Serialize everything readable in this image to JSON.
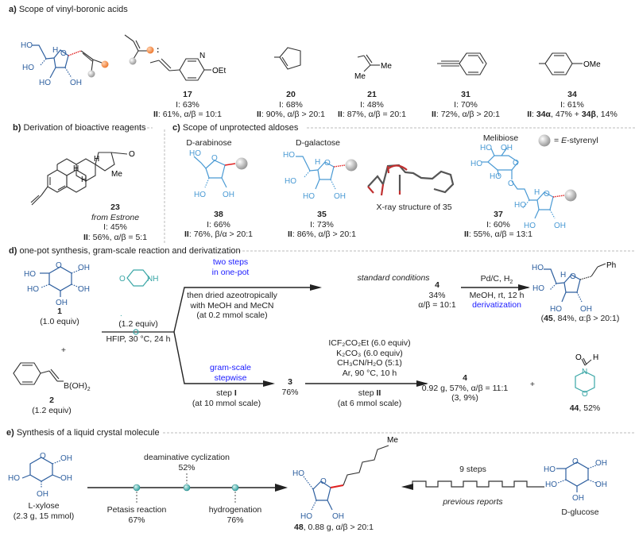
{
  "panel_a": {
    "tag": "a)",
    "title": "Scope of vinyl-boronic acids",
    "core_labels": [
      "HO",
      "H",
      "O",
      "HO",
      "HO",
      "OH"
    ],
    "compounds": [
      {
        "id": "17",
        "substituent": "OEt",
        "ring_atom": "N",
        "yield_I": "I: 63%",
        "yield_II_prefix": "II",
        "yield_II": ": 61%, α/β = 10:1"
      },
      {
        "id": "20",
        "yield_I": "I: 68%",
        "yield_II_prefix": "II",
        "yield_II": ": 90%, α/β > 20:1"
      },
      {
        "id": "21",
        "substituent": "Me",
        "substituent2": "Me",
        "yield_I": "I: 48%",
        "yield_II_prefix": "II",
        "yield_II": ": 87%, α/β = 20:1"
      },
      {
        "id": "31",
        "yield_I": "I: 70%",
        "yield_II_prefix": "II",
        "yield_II": ": 72%, α/β > 20:1"
      },
      {
        "id": "34",
        "substituent": "OMe",
        "yield_I": "I: 61%",
        "yield_II_prefix": "II",
        "yield_II_a": ": ",
        "yield_II_b": "34α",
        "yield_II_c": ", 47% + ",
        "yield_II_d": "34β",
        "yield_II_e": ", 14%"
      }
    ]
  },
  "panel_b": {
    "tag": "b)",
    "title": "Derivation of bioactive reagents",
    "compound": {
      "id": "23",
      "source": "from Estrone",
      "yield_I": "I: 45%",
      "yield_II_prefix": "II",
      "yield_II": ": 56%, α/β = 5:1",
      "labels": [
        "H",
        "H",
        "H",
        "O",
        "Me"
      ]
    }
  },
  "panel_c": {
    "tag": "c)",
    "title": "Scope of unprotected aldoses",
    "legend": {
      "symbol": "grey-sphere",
      "text_prefix": "= ",
      "text_italic": "E",
      "text_suffix": "-styrenyl"
    },
    "xray_caption": "X-ray structure of 35",
    "compounds": [
      {
        "sugar": "D-arabinose",
        "id": "38",
        "yield_I": "I: 66%",
        "yield_II_prefix": "II",
        "yield_II": ": 76%, β/α > 20:1"
      },
      {
        "sugar": "D-galactose",
        "id": "35",
        "yield_I": "I: 73%",
        "yield_II_prefix": "II",
        "yield_II": ": 86%, α/β > 20:1"
      },
      {
        "sugar": "Melibiose",
        "id": "37",
        "yield_I": "I: 60%",
        "yield_II_prefix": "II",
        "yield_II": ": 55%, α/β = 13:1"
      }
    ],
    "atom_labels": {
      "HO": "HO",
      "OH": "OH",
      "O": "O",
      "H": "H"
    }
  },
  "panel_d": {
    "tag": "d)",
    "title": "one-pot synthesis, gram-scale reaction and derivatization",
    "sm1": {
      "id": "1",
      "equiv": "(1.0 equiv)"
    },
    "plus": "+",
    "sm2": {
      "id": "2",
      "group": "B(OH)",
      "sub": "2",
      "equiv": "(1.2 equiv)"
    },
    "amine": {
      "atoms": [
        "O",
        "NH"
      ],
      "equiv": "(1.2 equiv)"
    },
    "conditions": "HFIP, 30 °C, 24 h",
    "upper_branch": {
      "label_line1": "two steps",
      "label_line2": "in one-pot",
      "note_line1": "then dried azeotropically",
      "note_line2": "with MeOH and MeCN",
      "note_line3": "(at 0.2 mmol scale)",
      "arrow_label": "standard conditions",
      "product_id": "4",
      "product_yield": "34%",
      "product_ratio": "α/β = 10:1",
      "deriv_reagent_a": "Pd/C, H",
      "deriv_reagent_sub": "2",
      "deriv_conditions": "MeOH, rt, 12 h",
      "deriv_label": "derivatization",
      "deriv_product_id": "45",
      "deriv_product_rest": ", 84%, α:β > 20:1)",
      "deriv_product_open": "(",
      "deriv_group": "Ph"
    },
    "lower_branch": {
      "label_line1": "gram-scale",
      "label_line2": "stepwise",
      "step1_prefix": "step ",
      "step1_bold": "I",
      "step1_scale": "(at 10 mmol scale)",
      "intermediate_id": "3",
      "intermediate_yield": "76%",
      "reagents": [
        "ICF₂CO₂Et (6.0 equiv)",
        "K₂CO₃ (6.0 equiv)",
        "CH₃CN/H₂O (5:1)",
        "Ar, 90 °C, 10 h"
      ],
      "step2_prefix": "step ",
      "step2_bold": "II",
      "step2_scale": "(at 6 mmol scale)",
      "product_id": "4",
      "product_detail": "0.92 g, 57%, α/β = 11:1",
      "product_side": "(3, 9%)",
      "plus": "+",
      "byproduct_id": "44",
      "byproduct_yield": ", 52%",
      "byproduct_atoms": [
        "O",
        "H",
        "N",
        "O"
      ]
    }
  },
  "panel_e": {
    "tag": "e)",
    "title": "Synthesis of a liquid crystal molecule",
    "start": {
      "name": "L-xylose",
      "amount": "(2.3 g, 15 mmol)"
    },
    "steps": [
      {
        "name": "Petasis reaction",
        "yield": "67%",
        "position": "below"
      },
      {
        "name": "deaminative cyclization",
        "yield": "52%",
        "position": "above"
      },
      {
        "name": "hydrogenation",
        "yield": "76%",
        "position": "below"
      }
    ],
    "product": {
      "id": "48",
      "detail": ", 0.88 g, α/β > 20:1",
      "chain_end": "Me"
    },
    "alt_route": {
      "steps": "9 steps",
      "note": "previous reports",
      "start": "D-glucose"
    }
  },
  "colors": {
    "sugar_dark": "#2e5f9f",
    "sugar_light": "#4a9ad4",
    "teal": "#3aa6a6",
    "new_bond": "#e02020",
    "orange_dot": "#f08a40",
    "grey_dot": "#bbbbbb",
    "highlight_text": "#1a1aff"
  }
}
